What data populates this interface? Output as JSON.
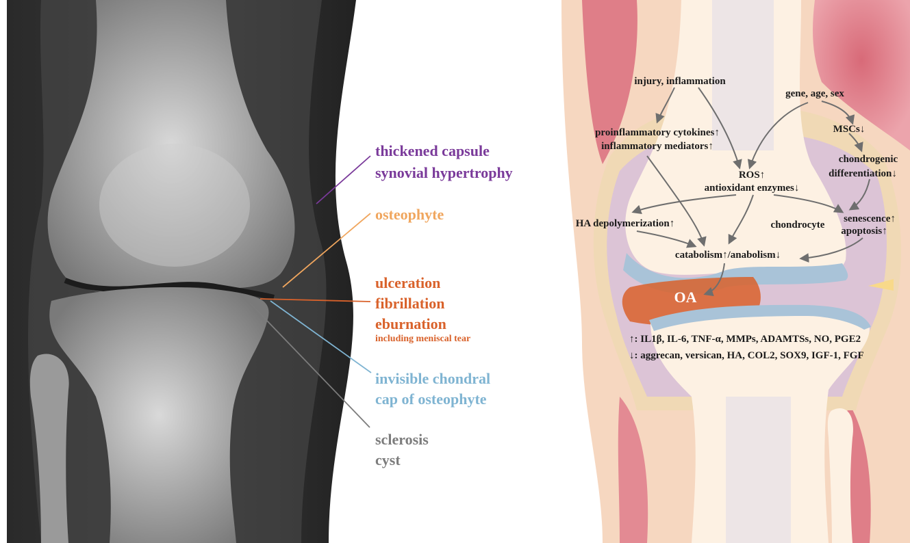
{
  "xray_panel": {
    "labels": [
      {
        "key": "capsule",
        "lines": [
          "thickened capsule",
          "synovial hypertrophy"
        ],
        "color": "#7a3a9a"
      },
      {
        "key": "osteophyte",
        "lines": [
          "osteophyte"
        ],
        "color": "#f0a65e"
      },
      {
        "key": "cartilage",
        "lines": [
          "ulceration",
          "fibrillation",
          "eburnation"
        ],
        "color": "#d9622b"
      },
      {
        "key": "meniscus",
        "lines": [
          "including meniscal tear"
        ],
        "color": "#d9622b"
      },
      {
        "key": "chondral",
        "lines": [
          "invisible chondral",
          "cap of osteophyte"
        ],
        "color": "#7fb4d2"
      },
      {
        "key": "subchondral",
        "lines": [
          "sclerosis",
          "cyst"
        ],
        "color": "#7c7c7c"
      }
    ]
  },
  "pathway_panel": {
    "nodes": [
      {
        "key": "injury",
        "lines": [
          "injury, inflammation"
        ]
      },
      {
        "key": "gene",
        "lines": [
          "gene, age, sex"
        ]
      },
      {
        "key": "cytokines",
        "lines": [
          "proinflammatory cytokines↑",
          "inflammatory mediators↑"
        ]
      },
      {
        "key": "mscs",
        "lines": [
          "MSCs↓"
        ]
      },
      {
        "key": "chondrogenic",
        "lines": [
          "chondrogenic",
          "differentiation↓"
        ]
      },
      {
        "key": "ros",
        "lines": [
          "ROS↑",
          "antioxidant enzymes↓"
        ]
      },
      {
        "key": "ha",
        "lines": [
          "HA depolymerization↑"
        ]
      },
      {
        "key": "chondrocyte",
        "lines": [
          "chondrocyte"
        ]
      },
      {
        "key": "senescence",
        "lines": [
          "senescence↑",
          "apoptosis↑"
        ]
      },
      {
        "key": "catabolism",
        "lines": [
          "catabolism↑/anabolism↓"
        ]
      },
      {
        "key": "oa",
        "lines": [
          "OA"
        ]
      }
    ],
    "legend": [
      "↑: IL1β, IL-6, TNF-α, MMPs, ADAMTSs, NO, PGE2",
      "↓: aggrecan, versican, HA, COL2, SOX9, IGF-1, FGF"
    ],
    "colors": {
      "text": "#1a1a1a",
      "arrow": "#6e6e6e",
      "skin": "#f6d7c0",
      "muscle": "#df7e88",
      "capsule": "#f0d9b5",
      "synovium": "#dcc4d6",
      "bone": "#fdf1e3",
      "oa_text": "#ffffff"
    }
  }
}
